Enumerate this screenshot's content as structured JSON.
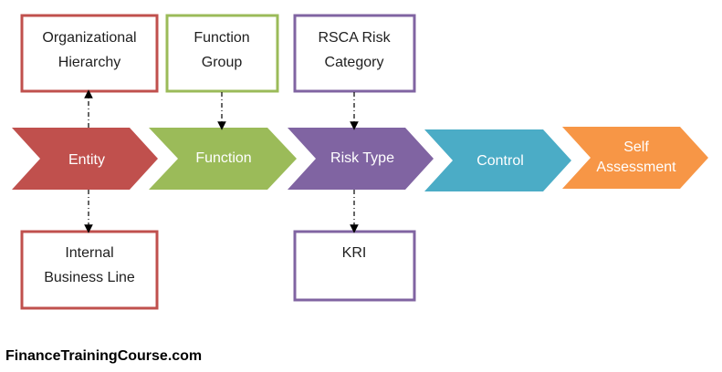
{
  "colors": {
    "entity": "#C0504D",
    "function": "#9BBB59",
    "risk_type": "#8064A2",
    "control": "#4BACC6",
    "self_assessment": "#F79646"
  },
  "chevrons": {
    "entity": "Entity",
    "function": "Function",
    "risk_type": "Risk Type",
    "control": "Control",
    "self_assessment": [
      "Self",
      "Assessment"
    ]
  },
  "boxes": {
    "organizational_hierarchy": [
      "Organizational",
      "Hierarchy"
    ],
    "function_group": [
      "Function",
      "Group"
    ],
    "rsca_risk_category": [
      "RSCA Risk",
      "Category"
    ],
    "internal_business_line": [
      "Internal",
      "Business Line"
    ],
    "kri": [
      "KRI"
    ]
  },
  "footer": "FinanceTrainingCourse.com"
}
